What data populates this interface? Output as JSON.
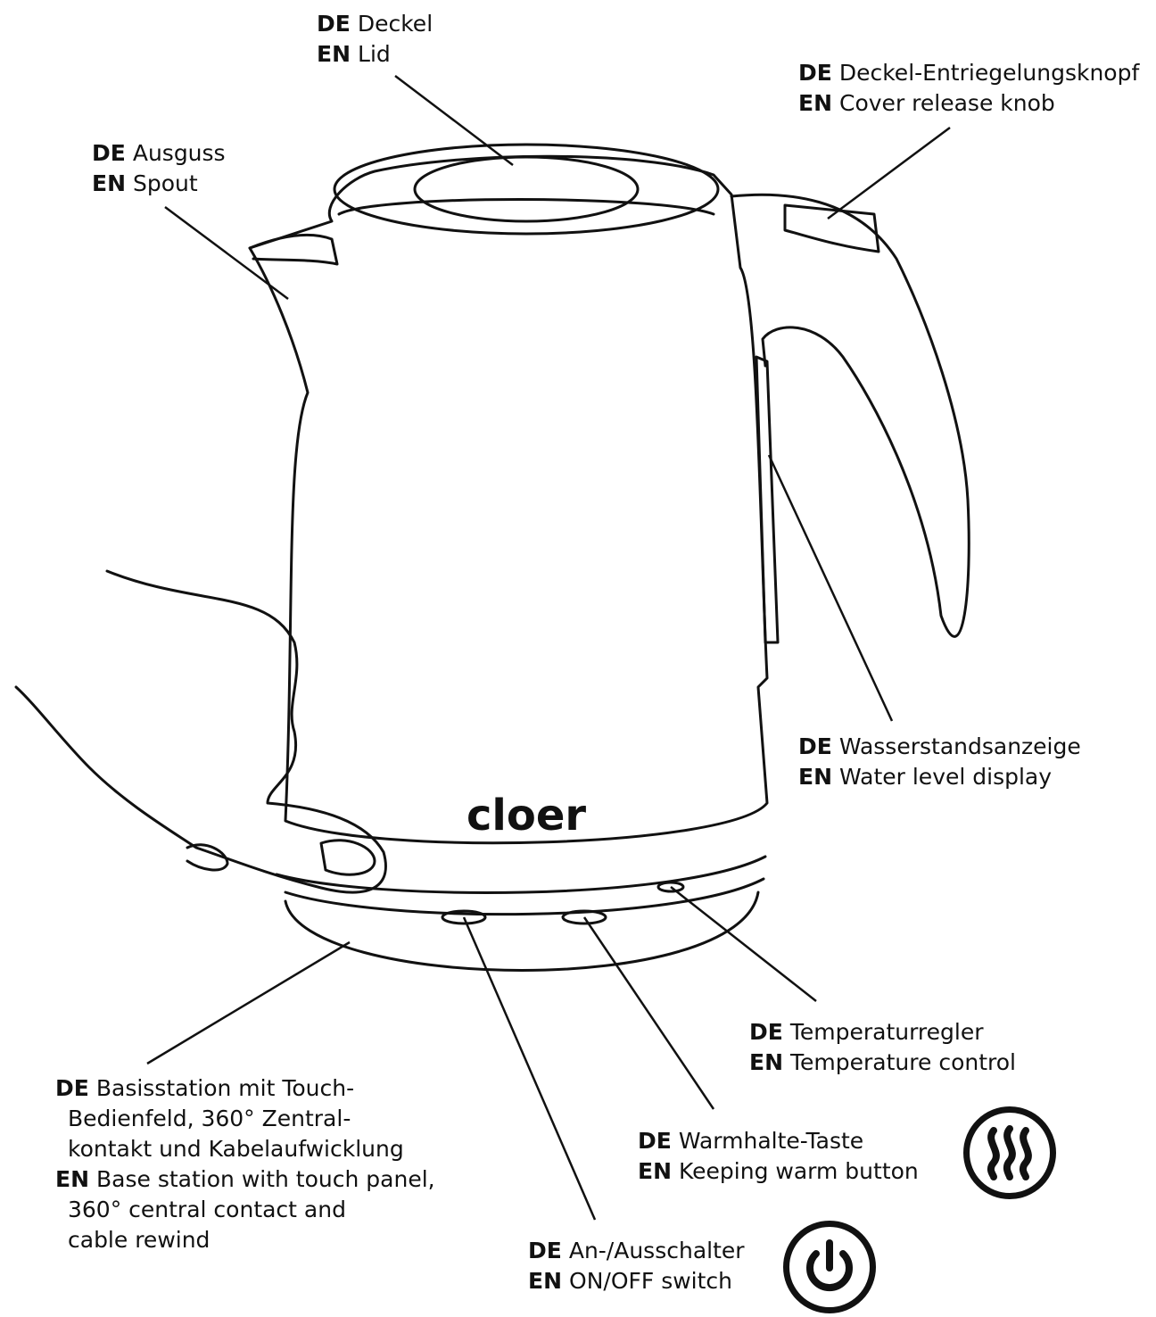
{
  "diagram": {
    "brand_logo_text": "cloer",
    "callouts": {
      "lid": {
        "de_code": "DE",
        "de_text": "Deckel",
        "en_code": "EN",
        "en_text": "Lid"
      },
      "cover_release": {
        "de_code": "DE",
        "de_text": "Deckel-Entriegelungsknopf",
        "en_code": "EN",
        "en_text": "Cover release knob"
      },
      "spout": {
        "de_code": "DE",
        "de_text": "Ausguss",
        "en_code": "EN",
        "en_text": "Spout"
      },
      "water_level": {
        "de_code": "DE",
        "de_text": "Wasserstandsanzeige",
        "en_code": "EN",
        "en_text": "Water level display"
      },
      "temperature": {
        "de_code": "DE",
        "de_text": "Temperaturregler",
        "en_code": "EN",
        "en_text": "Temperature control"
      },
      "base_station": {
        "de_code": "DE",
        "de_lines": [
          "Basisstation mit Touch-",
          "Bedienfeld, 360° Zentral-",
          "kontakt und Kabelaufwicklung"
        ],
        "en_code": "EN",
        "en_lines": [
          "Base station with touch panel,",
          "360° central contact and",
          "cable rewind"
        ]
      },
      "keep_warm": {
        "de_code": "DE",
        "de_text": "Warmhalte-Taste",
        "en_code": "EN",
        "en_text": "Keeping warm button"
      },
      "onoff": {
        "de_code": "DE",
        "de_text": "An-/Ausschalter",
        "en_code": "EN",
        "en_text": "ON/OFF switch"
      }
    },
    "icons": [
      "keep-warm-icon",
      "power-icon"
    ]
  }
}
